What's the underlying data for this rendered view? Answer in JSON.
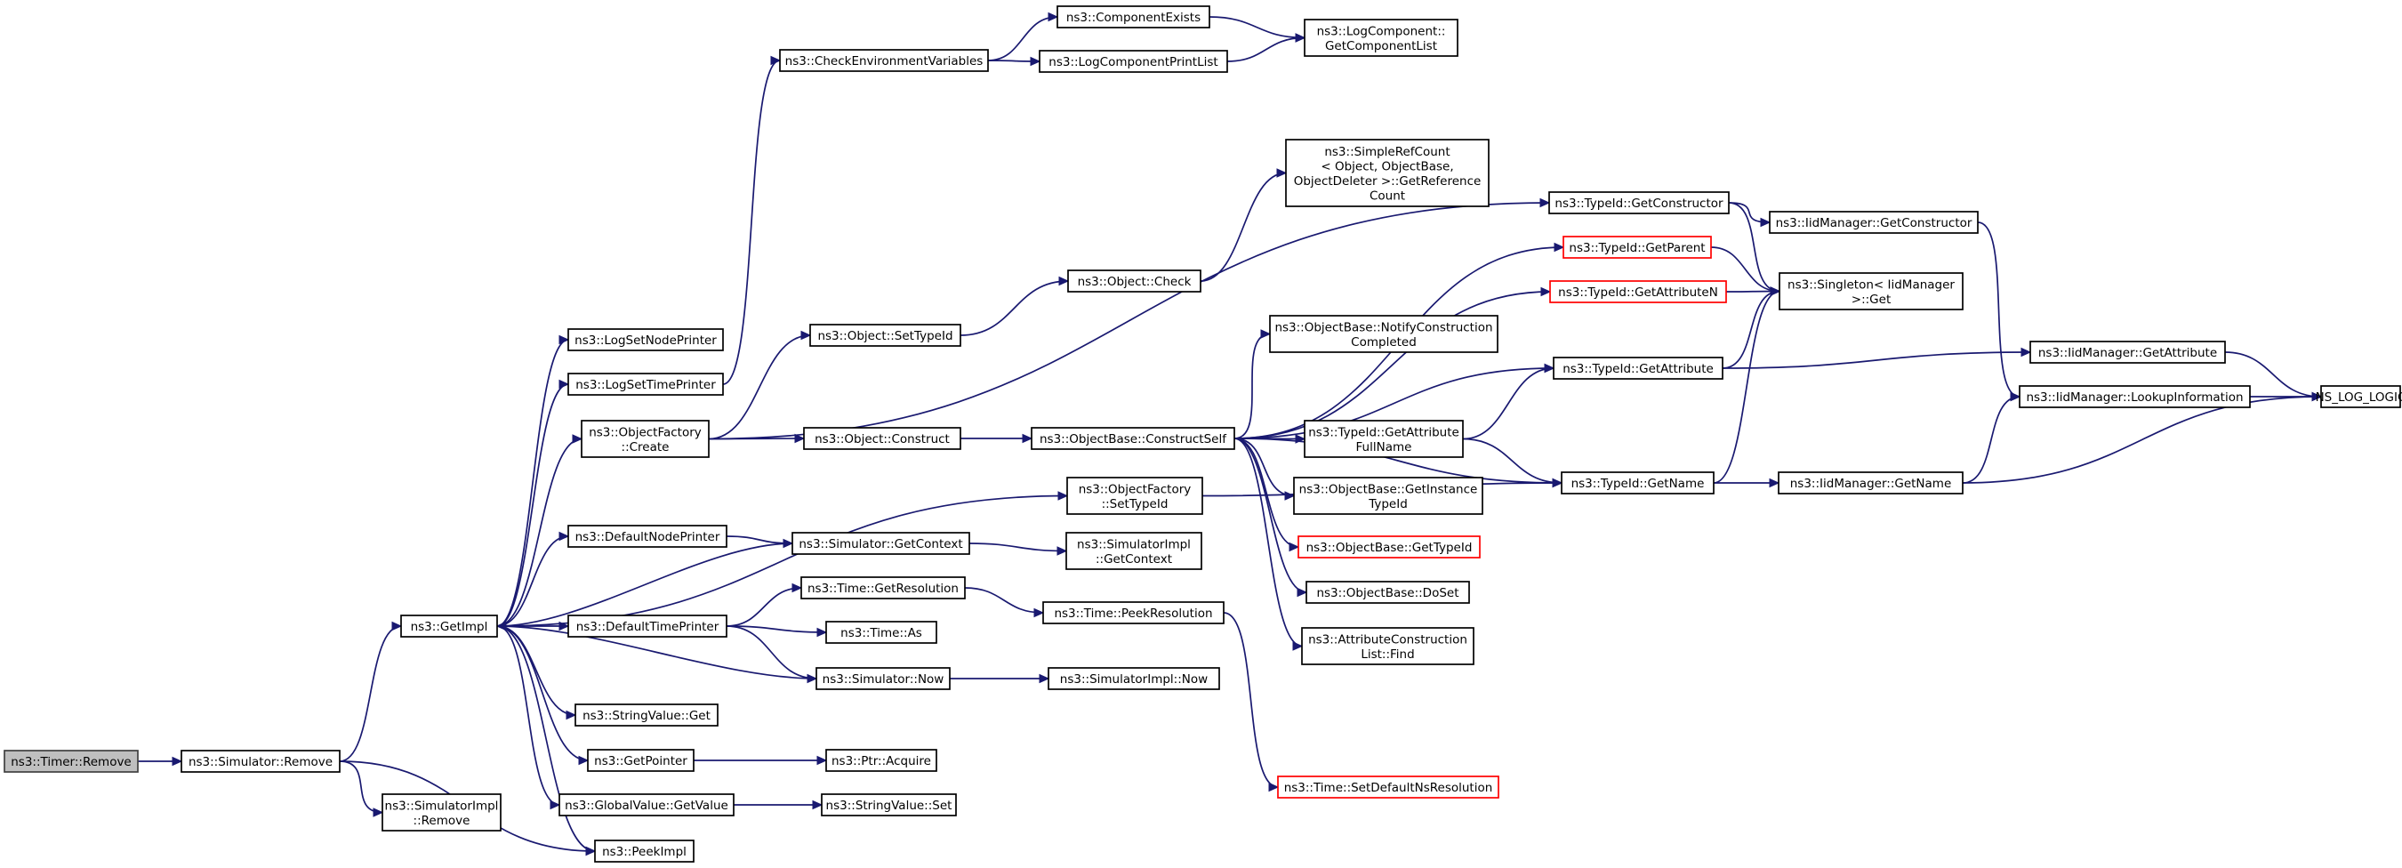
{
  "graph": {
    "title": "",
    "nodes": [
      {
        "id": "timer_remove",
        "lines": [
          "ns3::Timer::Remove"
        ],
        "style": "start"
      },
      {
        "id": "sim_remove",
        "lines": [
          "ns3::Simulator::Remove"
        ]
      },
      {
        "id": "simimpl_remove",
        "lines": [
          "ns3::SimulatorImpl",
          "::Remove"
        ]
      },
      {
        "id": "peekimpl",
        "lines": [
          "ns3::PeekImpl"
        ]
      },
      {
        "id": "getimpl",
        "lines": [
          "ns3::GetImpl"
        ]
      },
      {
        "id": "logsetnode",
        "lines": [
          "ns3::LogSetNodePrinter"
        ]
      },
      {
        "id": "logsettime",
        "lines": [
          "ns3::LogSetTimePrinter"
        ]
      },
      {
        "id": "objfactory_create",
        "lines": [
          "ns3::ObjectFactory",
          "::Create"
        ]
      },
      {
        "id": "defaultnode",
        "lines": [
          "ns3::DefaultNodePrinter"
        ]
      },
      {
        "id": "defaulttime",
        "lines": [
          "ns3::DefaultTimePrinter"
        ]
      },
      {
        "id": "stringvalue_get",
        "lines": [
          "ns3::StringValue::Get"
        ]
      },
      {
        "id": "getpointer",
        "lines": [
          "ns3::GetPointer"
        ]
      },
      {
        "id": "globalvalue_getvalue",
        "lines": [
          "ns3::GlobalValue::GetValue"
        ]
      },
      {
        "id": "checkenv",
        "lines": [
          "ns3::CheckEnvironmentVariables"
        ]
      },
      {
        "id": "componentexists",
        "lines": [
          "ns3::ComponentExists"
        ]
      },
      {
        "id": "logcompprintlist",
        "lines": [
          "ns3::LogComponentPrintList"
        ]
      },
      {
        "id": "logcomp_getlist",
        "lines": [
          "ns3::LogComponent::",
          "GetComponentList"
        ]
      },
      {
        "id": "object_settypeid",
        "lines": [
          "ns3::Object::SetTypeId"
        ]
      },
      {
        "id": "object_check",
        "lines": [
          "ns3::Object::Check"
        ]
      },
      {
        "id": "simplerefcount",
        "lines": [
          "ns3::SimpleRefCount",
          "< Object, ObjectBase,",
          "ObjectDeleter >::GetReference",
          "Count"
        ]
      },
      {
        "id": "object_construct",
        "lines": [
          "ns3::Object::Construct"
        ]
      },
      {
        "id": "objbase_constructself",
        "lines": [
          "ns3::ObjectBase::ConstructSelf"
        ]
      },
      {
        "id": "objfactory_settypeid",
        "lines": [
          "ns3::ObjectFactory",
          "::SetTypeId"
        ]
      },
      {
        "id": "sim_getcontext",
        "lines": [
          "ns3::Simulator::GetContext"
        ]
      },
      {
        "id": "simimpl_getcontext",
        "lines": [
          "ns3::SimulatorImpl",
          "::GetContext"
        ]
      },
      {
        "id": "time_getresolution",
        "lines": [
          "ns3::Time::GetResolution"
        ]
      },
      {
        "id": "time_as",
        "lines": [
          "ns3::Time::As"
        ]
      },
      {
        "id": "sim_now",
        "lines": [
          "ns3::Simulator::Now"
        ]
      },
      {
        "id": "time_peekresolution",
        "lines": [
          "ns3::Time::PeekResolution"
        ]
      },
      {
        "id": "simimpl_now",
        "lines": [
          "ns3::SimulatorImpl::Now"
        ]
      },
      {
        "id": "ptr_acquire",
        "lines": [
          "ns3::Ptr::Acquire"
        ]
      },
      {
        "id": "stringvalue_set",
        "lines": [
          "ns3::StringValue::Set"
        ]
      },
      {
        "id": "objbase_notify",
        "lines": [
          "ns3::ObjectBase::NotifyConstruction",
          "Completed"
        ]
      },
      {
        "id": "typeid_getattrfullname",
        "lines": [
          "ns3::TypeId::GetAttribute",
          "FullName"
        ]
      },
      {
        "id": "objbase_getinstancetypeid",
        "lines": [
          "ns3::ObjectBase::GetInstance",
          "TypeId"
        ]
      },
      {
        "id": "objbase_gettypeid",
        "lines": [
          "ns3::ObjectBase::GetTypeId"
        ],
        "style": "red"
      },
      {
        "id": "objbase_doset",
        "lines": [
          "ns3::ObjectBase::DoSet"
        ]
      },
      {
        "id": "attrconstrlist_find",
        "lines": [
          "ns3::AttributeConstruction",
          "List::Find"
        ]
      },
      {
        "id": "time_setdefaultns",
        "lines": [
          "ns3::Time::SetDefaultNsResolution"
        ],
        "style": "red"
      },
      {
        "id": "typeid_getconstructor",
        "lines": [
          "ns3::TypeId::GetConstructor"
        ]
      },
      {
        "id": "typeid_getparent",
        "lines": [
          "ns3::TypeId::GetParent"
        ],
        "style": "red"
      },
      {
        "id": "typeid_getattributen",
        "lines": [
          "ns3::TypeId::GetAttributeN"
        ],
        "style": "red"
      },
      {
        "id": "typeid_getattribute",
        "lines": [
          "ns3::TypeId::GetAttribute"
        ]
      },
      {
        "id": "typeid_getname",
        "lines": [
          "ns3::TypeId::GetName"
        ]
      },
      {
        "id": "iidmgr_getconstructor",
        "lines": [
          "ns3::IidManager::GetConstructor"
        ]
      },
      {
        "id": "singleton_get",
        "lines": [
          "ns3::Singleton< IidManager",
          ">::Get"
        ]
      },
      {
        "id": "iidmgr_getname",
        "lines": [
          "ns3::IidManager::GetName"
        ]
      },
      {
        "id": "iidmgr_getattribute",
        "lines": [
          "ns3::IidManager::GetAttribute"
        ]
      },
      {
        "id": "iidmgr_lookupinfo",
        "lines": [
          "ns3::IidManager::LookupInformation"
        ]
      },
      {
        "id": "ns_log_logic",
        "lines": [
          "NS_LOG_LOGIC"
        ]
      }
    ],
    "edges": [
      [
        "timer_remove",
        "sim_remove"
      ],
      [
        "sim_remove",
        "getimpl"
      ],
      [
        "sim_remove",
        "simimpl_remove"
      ],
      [
        "sim_remove",
        "peekimpl"
      ],
      [
        "getimpl",
        "logsetnode"
      ],
      [
        "getimpl",
        "logsettime"
      ],
      [
        "getimpl",
        "objfactory_create"
      ],
      [
        "getimpl",
        "objfactory_settypeid"
      ],
      [
        "getimpl",
        "defaultnode"
      ],
      [
        "getimpl",
        "defaulttime"
      ],
      [
        "getimpl",
        "stringvalue_get"
      ],
      [
        "getimpl",
        "getpointer"
      ],
      [
        "getimpl",
        "globalvalue_getvalue"
      ],
      [
        "getimpl",
        "peekimpl"
      ],
      [
        "logsettime",
        "checkenv"
      ],
      [
        "checkenv",
        "componentexists"
      ],
      [
        "checkenv",
        "logcompprintlist"
      ],
      [
        "componentexists",
        "logcomp_getlist"
      ],
      [
        "logcompprintlist",
        "logcomp_getlist"
      ],
      [
        "objfactory_create",
        "typeid_getconstructor"
      ],
      [
        "objfactory_create",
        "object_settypeid"
      ],
      [
        "objfactory_create",
        "object_construct"
      ],
      [
        "object_settypeid",
        "object_check"
      ],
      [
        "object_check",
        "simplerefcount"
      ],
      [
        "object_construct",
        "objbase_constructself"
      ],
      [
        "objbase_constructself",
        "typeid_getparent"
      ],
      [
        "objbase_constructself",
        "typeid_getattributen"
      ],
      [
        "objbase_constructself",
        "objbase_notify"
      ],
      [
        "objbase_constructself",
        "typeid_getattribute"
      ],
      [
        "objbase_constructself",
        "typeid_getattrfullname"
      ],
      [
        "objbase_constructself",
        "objbase_getinstancetypeid"
      ],
      [
        "objbase_constructself",
        "objbase_gettypeid"
      ],
      [
        "objbase_constructself",
        "objbase_doset"
      ],
      [
        "objbase_constructself",
        "attrconstrlist_find"
      ],
      [
        "objbase_constructself",
        "typeid_getname"
      ],
      [
        "objfactory_settypeid",
        "typeid_getname"
      ],
      [
        "defaultnode",
        "sim_getcontext"
      ],
      [
        "sim_getcontext",
        "simimpl_getcontext"
      ],
      [
        "sim_getcontext",
        "getimpl"
      ],
      [
        "defaulttime",
        "time_getresolution"
      ],
      [
        "defaulttime",
        "time_as"
      ],
      [
        "defaulttime",
        "sim_now"
      ],
      [
        "time_getresolution",
        "time_peekresolution"
      ],
      [
        "time_peekresolution",
        "time_setdefaultns"
      ],
      [
        "sim_now",
        "simimpl_now"
      ],
      [
        "sim_now",
        "getimpl"
      ],
      [
        "getpointer",
        "ptr_acquire"
      ],
      [
        "globalvalue_getvalue",
        "stringvalue_set"
      ],
      [
        "typeid_getattrfullname",
        "typeid_getattribute"
      ],
      [
        "typeid_getattrfullname",
        "typeid_getname"
      ],
      [
        "typeid_getconstructor",
        "iidmgr_getconstructor"
      ],
      [
        "typeid_getconstructor",
        "singleton_get"
      ],
      [
        "typeid_getparent",
        "singleton_get"
      ],
      [
        "typeid_getattributen",
        "singleton_get"
      ],
      [
        "typeid_getattribute",
        "singleton_get"
      ],
      [
        "typeid_getattribute",
        "iidmgr_getattribute"
      ],
      [
        "typeid_getname",
        "singleton_get"
      ],
      [
        "typeid_getname",
        "iidmgr_getname"
      ],
      [
        "iidmgr_getconstructor",
        "iidmgr_lookupinfo"
      ],
      [
        "iidmgr_getattribute",
        "ns_log_logic"
      ],
      [
        "iidmgr_getname",
        "iidmgr_lookupinfo"
      ],
      [
        "iidmgr_getname",
        "ns_log_logic"
      ],
      [
        "iidmgr_lookupinfo",
        "ns_log_logic"
      ]
    ]
  }
}
